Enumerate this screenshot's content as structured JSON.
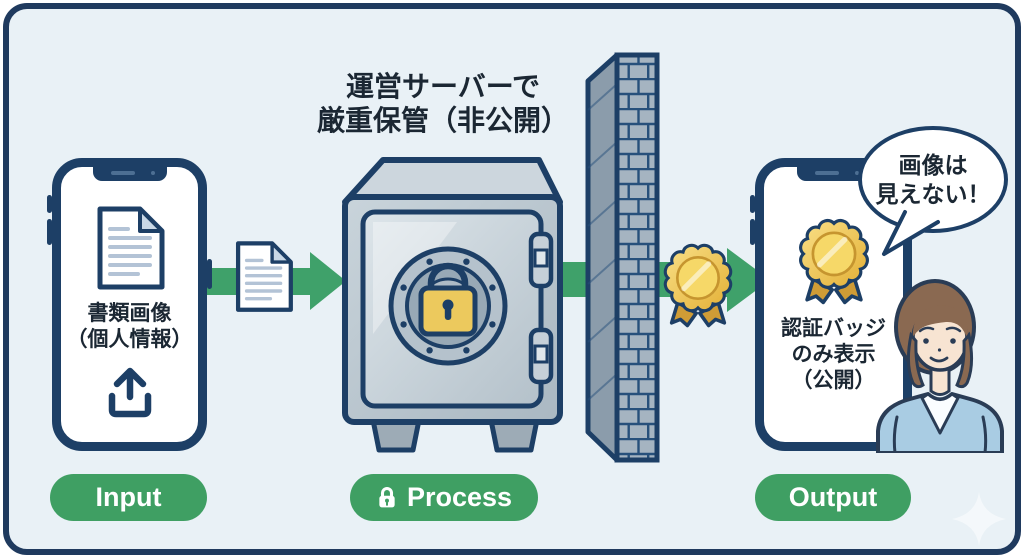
{
  "colors": {
    "frame": "#1f3a5e",
    "panel-bg": "#e9f1f6",
    "navy": "#1d3f66",
    "green": "#3fa16a",
    "pill-green": "#3f9f63",
    "gold": "#f2ca51",
    "gold-light": "#f9e087",
    "gold-deep": "#e3af35",
    "gold-dark": "#cf9c36",
    "text": "#1b2733",
    "safe-body": "#bcc8d1",
    "safe-top": "#ccd6dd",
    "safe-door": "#ccd6dd",
    "safe-dark": "#9dabb6",
    "dial": "#98a9b6",
    "wall-front": "#a5b4c1",
    "wall-side": "#8b9cab",
    "mortar": "#27507b",
    "doc-line": "#b3c3d6",
    "doc-fold": "#c9d8e6",
    "skin": "#f7e4d2",
    "hair": "#8a6951",
    "cardigan": "#a9cce3"
  },
  "title": {
    "line1": "運営サーバーで",
    "line2": "厳重保管（非公開）"
  },
  "input_phone": {
    "label_line1": "書類画像",
    "label_line2": "（個人情報）"
  },
  "output_phone": {
    "label_line1": "認証バッジ",
    "label_line2": "のみ表示",
    "label_line3": "（公開）"
  },
  "speech_bubble": {
    "line1": "画像は",
    "line2": "見えない！"
  },
  "stages": {
    "input": "Input",
    "process": "Process",
    "output": "Output"
  },
  "icons": {
    "document": "document-icon",
    "upload": "upload-icon",
    "safe": "safe-icon",
    "padlock": "lock-icon",
    "wall": "brick-wall-icon",
    "medal": "medal-icon",
    "arrow": "arrow-right-icon",
    "sparkle": "sparkle-icon"
  }
}
